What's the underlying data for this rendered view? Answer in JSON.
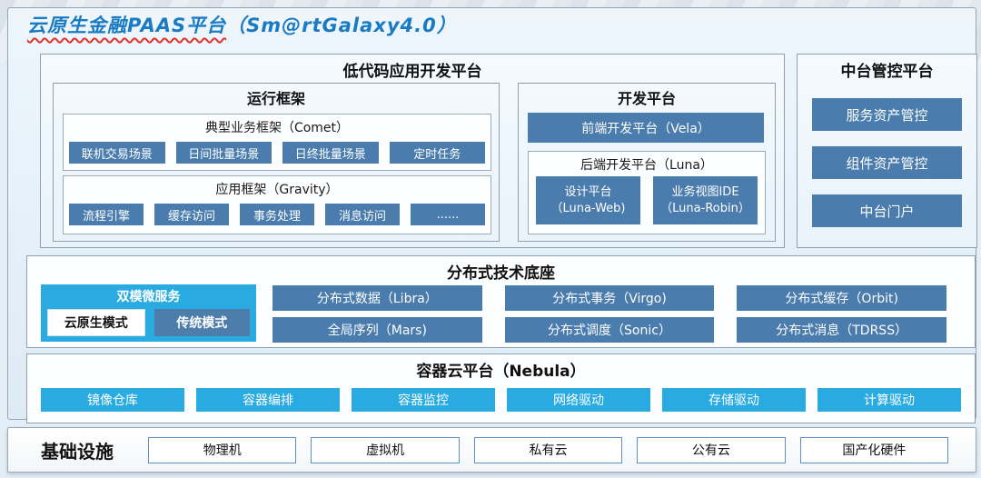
{
  "title": {
    "main": "云原生金融PAAS平台",
    "version": "（Sm@rtGalaxy4.0）"
  },
  "lowcode": {
    "title": "低代码应用开发平台",
    "runtime": {
      "title": "运行框架",
      "comet": {
        "label": "典型业务框架（Comet）",
        "buttons": [
          "联机交易场景",
          "日间批量场景",
          "日终批量场景",
          "定时任务"
        ]
      },
      "gravity": {
        "label": "应用框架（Gravity）",
        "buttons": [
          "流程引擎",
          "缓存访问",
          "事务处理",
          "消息访问",
          "......"
        ]
      }
    },
    "dev": {
      "title": "开发平台",
      "vela": "前端开发平台（Vela）",
      "luna": {
        "label": "后端开发平台（Luna）",
        "buttons": [
          {
            "line1": "设计平台",
            "line2": "（Luna-Web)"
          },
          {
            "line1": "业务视图IDE",
            "line2": "（Luna-Robin）"
          }
        ]
      }
    }
  },
  "midplatform": {
    "title": "中台管控平台",
    "buttons": [
      "服务资产管控",
      "组件资产管控",
      "中台门户"
    ]
  },
  "distributed": {
    "title": "分布式技术底座",
    "dual_mode": {
      "label": "双模微服务",
      "modes": [
        "云原生模式",
        "传统模式"
      ]
    },
    "row1": [
      "分布式数据（Libra）",
      "分布式事务（Virgo)",
      "分布式缓存（Orbit)"
    ],
    "row2": [
      "全局序列（Mars)",
      "分布式调度（Sonic）",
      "分布式消息（TDRSS）"
    ]
  },
  "container_cloud": {
    "title": "容器云平台（Nebula）",
    "buttons": [
      "镜像仓库",
      "容器编排",
      "容器监控",
      "网络驱动",
      "存储驱动",
      "计算驱动"
    ]
  },
  "infrastructure": {
    "title": "基础设施",
    "items": [
      "物理机",
      "虚拟机",
      "私有云",
      "公有云",
      "国产化硬件"
    ]
  },
  "colors": {
    "steel_blue": "#4a7cad",
    "cyan": "#29abe2",
    "title_blue": "#1a7bc4",
    "underline_red": "#e03228"
  }
}
